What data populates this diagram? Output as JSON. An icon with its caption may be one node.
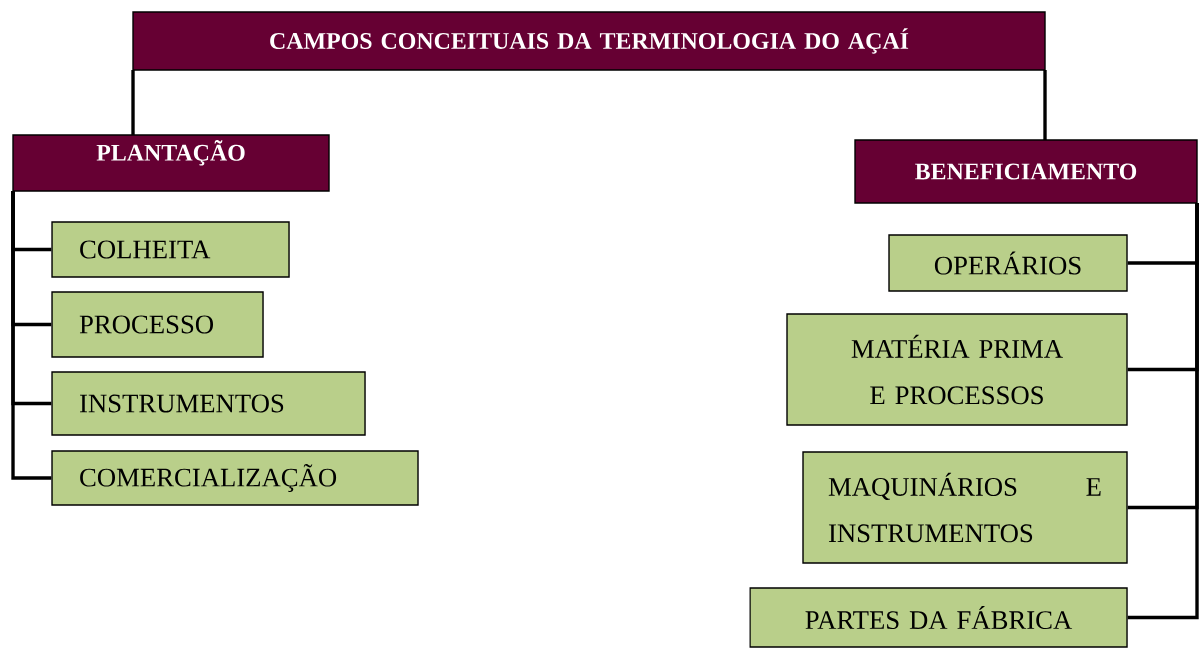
{
  "diagram": {
    "nodes": [
      {
        "text": [
          "CAMPOS CONCEITUAIS DA TERMINOLOGIA DO AÇAÍ"
        ]
      },
      {
        "text": [
          "PLANTAÇÃO"
        ]
      },
      {
        "text": [
          "BENEFICIAMENTO"
        ]
      },
      {
        "text": [
          "COLHEITA"
        ]
      },
      {
        "text": [
          "PROCESSO"
        ]
      },
      {
        "text": [
          "INSTRUMENTOS"
        ]
      },
      {
        "text": [
          "COMERCIALIZAÇÃO"
        ]
      },
      {
        "text": [
          "OPERÁRIOS"
        ]
      },
      {
        "text": [
          "MATÉRIA PRIMA E PROCESSOS"
        ]
      },
      {
        "text": [
          "MAQUINÁRIOS E INSTRUMENTOS"
        ]
      },
      {
        "text": [
          "PARTES DA FÁBRICA"
        ]
      }
    ],
    "edges": [
      {
        "from": 0,
        "to": 1,
        "arrow": "none"
      },
      {
        "from": 0,
        "to": 2,
        "arrow": "none"
      },
      {
        "from": 1,
        "to": 3,
        "arrow": "none"
      },
      {
        "from": 1,
        "to": 4,
        "arrow": "none"
      },
      {
        "from": 1,
        "to": 5,
        "arrow": "none"
      },
      {
        "from": 1,
        "to": 6,
        "arrow": "none"
      },
      {
        "from": 2,
        "to": 7,
        "arrow": "none"
      },
      {
        "from": 2,
        "to": 8,
        "arrow": "none"
      },
      {
        "from": 2,
        "to": 9,
        "arrow": "none"
      },
      {
        "from": 2,
        "to": 10,
        "arrow": "none"
      }
    ]
  }
}
